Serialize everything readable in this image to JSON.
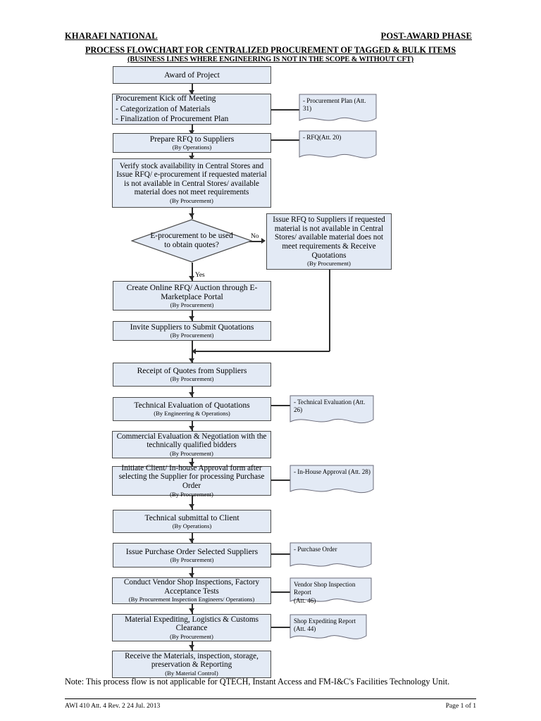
{
  "header": {
    "company": "KHARAFI NATIONAL",
    "phase": "POST-AWARD PHASE",
    "title": "PROCESS FLOWCHART FOR CENTRALIZED PROCUREMENT OF TAGGED & BULK ITEMS",
    "subtitle": "(BUSINESS LINES WHERE ENGINEERING IS NOT IN THE SCOPE & WITHOUT CFT)"
  },
  "colors": {
    "node_fill": "#e3eaf5",
    "node_border": "#4a4a4a",
    "connector": "#2e2e2e",
    "page_background": "#ffffff"
  },
  "nodes": {
    "award": {
      "text": "Award of Project",
      "by": ""
    },
    "kickoff": {
      "line1": "Procurement Kick off Meeting",
      "line2": "- Categorization of Materials",
      "line3": "- Finalization of Procurement Plan",
      "by": ""
    },
    "prepare_rfq": {
      "text": "Prepare RFQ to Suppliers",
      "by": "(By Operations)"
    },
    "verify_stock": {
      "text": "Verify stock availability in Central Stores and Issue RFQ/ e-procurement if requested material is not available in Central Stores/ available material does not meet requirements",
      "by": "(By Procurement)"
    },
    "decision": {
      "text": "E-procurement to be used to obtain quotes?"
    },
    "issue_rfq_manual": {
      "text": "Issue RFQ to Suppliers if requested material is not available in Central Stores/ available material does not meet requirements & Receive Quotations",
      "by": "(By Procurement)"
    },
    "create_online_rfq": {
      "text": "Create Online RFQ/ Auction through E-Marketplace Portal",
      "by": "(By Procurement)"
    },
    "invite_suppliers": {
      "text": "Invite Suppliers to Submit Quotations",
      "by": "(By Procurement)"
    },
    "receipt_quotes": {
      "text": "Receipt of Quotes from Suppliers",
      "by": "(By Procurement)"
    },
    "technical_eval": {
      "text": "Technical Evaluation of Quotations",
      "by": "(By Engineering & Operations)"
    },
    "commercial_eval": {
      "text": "Commercial Evaluation & Negotiation with the technically qualified bidders",
      "by": "(By Procurement)"
    },
    "initiate_approval": {
      "text": "Initiate Client/ In-house Approval form after selecting the Supplier for processing Purchase Order",
      "by": "(By Procurement)"
    },
    "technical_submittal": {
      "text": "Technical submittal to Client",
      "by": "(By Operations)"
    },
    "issue_po": {
      "text": "Issue Purchase Order Selected Suppliers",
      "by": "(By Procurement)"
    },
    "vendor_inspection": {
      "text": "Conduct Vendor Shop Inspections, Factory Acceptance Tests",
      "by": "(By Procurement Inspection Engineers/ Operations)"
    },
    "expediting": {
      "text": "Material Expediting, Logistics & Customs Clearance",
      "by": "(By Procurement)"
    },
    "receive_materials": {
      "text": "Receive the Materials, inspection, storage, preservation & Reporting",
      "by": "(By Material Control)"
    }
  },
  "documents": {
    "procurement_plan": {
      "text": "- Procurement Plan (Att. 31)"
    },
    "rfq": {
      "text": "- RFQ(Att. 20)"
    },
    "technical_evaluation": {
      "text": "- Technical Evaluation (Att. 26)"
    },
    "inhouse_approval": {
      "text": "- In-House Approval (Att. 28)"
    },
    "purchase_order": {
      "text": "- Purchase Order"
    },
    "vendor_shop_report": {
      "line1": "Vendor Shop Inspection Report",
      "line2": "(Att. 46)"
    },
    "shop_expediting_report": {
      "line1": "Shop Expediting Report",
      "line2": "(Att. 44)"
    }
  },
  "edge_labels": {
    "no": "No",
    "yes": "Yes"
  },
  "note": "Note: This process flow is not applicable for QTECH, Instant Access and FM-I&C's Facilities Technology Unit.",
  "footer": {
    "left": "AWI 410 Att. 4 Rev. 2  24 Jul. 2013",
    "right": "Page 1 of 1"
  }
}
